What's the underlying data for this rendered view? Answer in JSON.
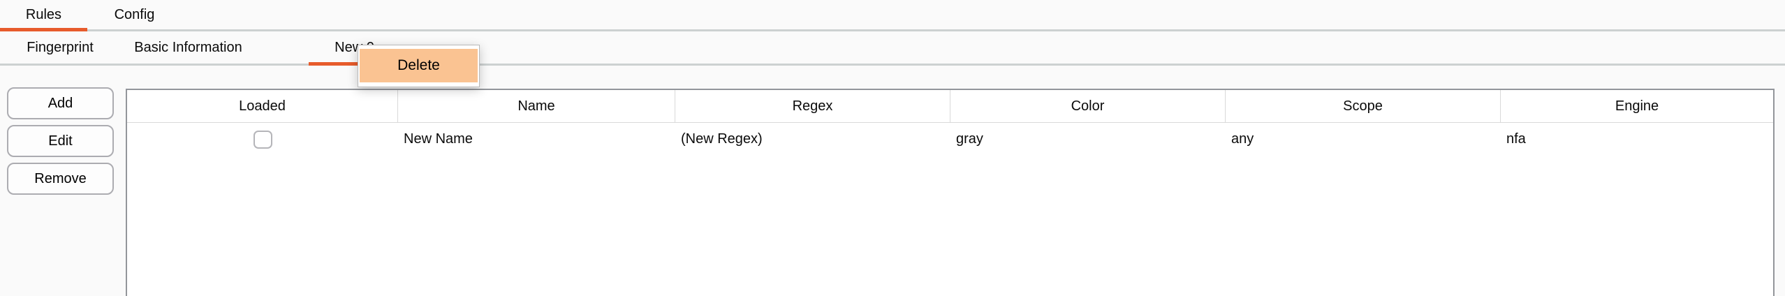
{
  "primary_tabs": {
    "items": [
      {
        "label": "Rules",
        "active": true
      },
      {
        "label": "Config",
        "active": false
      }
    ]
  },
  "secondary_tabs": {
    "items": [
      {
        "label": "Fingerprint",
        "active": false
      },
      {
        "label": "Basic Information",
        "active": false
      },
      {
        "label": "New 0",
        "active": true
      }
    ]
  },
  "context_menu": {
    "items": [
      {
        "label": "Delete",
        "highlighted": true
      }
    ]
  },
  "sidebar_actions": {
    "add_label": "Add",
    "edit_label": "Edit",
    "remove_label": "Remove"
  },
  "rules_table": {
    "columns": [
      {
        "label": "Loaded"
      },
      {
        "label": "Name"
      },
      {
        "label": "Regex"
      },
      {
        "label": "Color"
      },
      {
        "label": "Scope"
      },
      {
        "label": "Engine"
      }
    ],
    "rows": [
      {
        "loaded_checked": false,
        "name": "New Name",
        "regex": "(New Regex)",
        "color": "gray",
        "scope": "any",
        "engine": "nfa"
      }
    ]
  },
  "colors": {
    "accent_underline": "#e75b2b",
    "menu_highlight": "#fac392",
    "table_border": "#93969b",
    "tab_divider": "#ccd1d1"
  }
}
